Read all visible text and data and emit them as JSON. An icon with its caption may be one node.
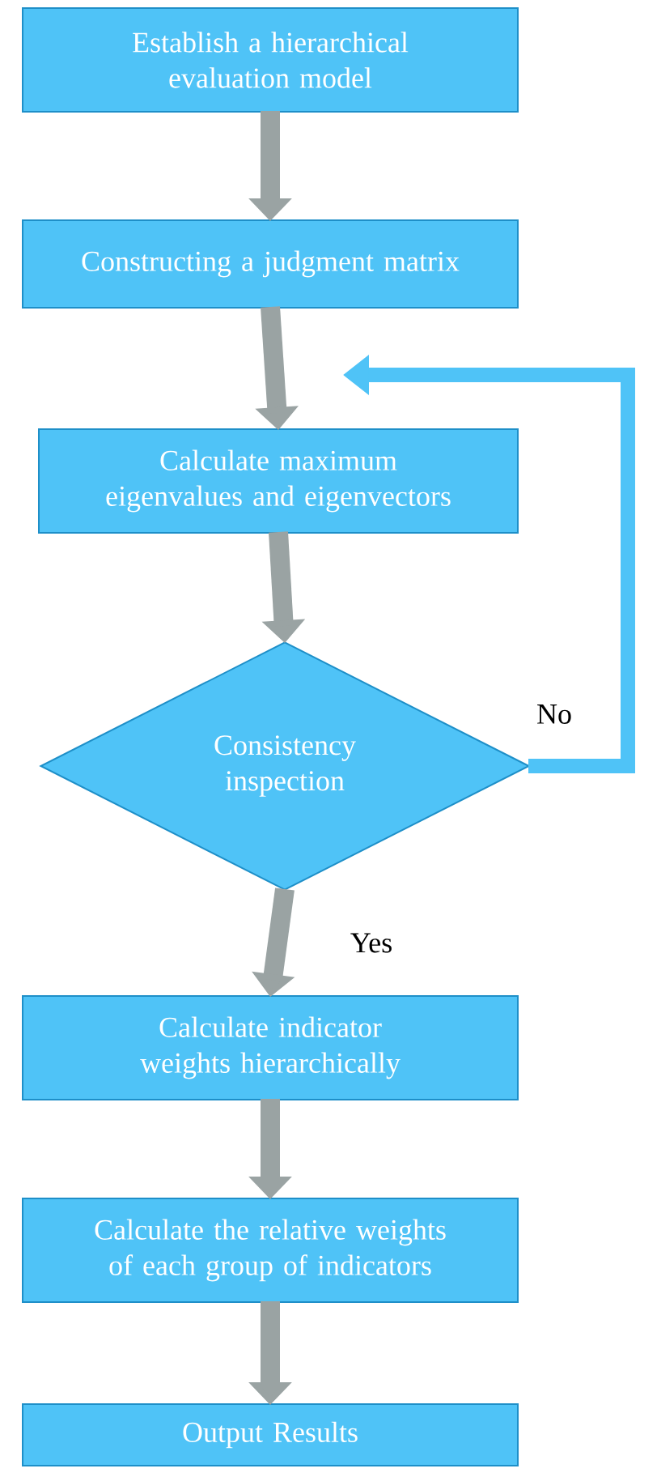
{
  "diagram": {
    "nodes": [
      {
        "text": [
          "Establish a hierarchical evaluation model"
        ]
      },
      {
        "text": [
          "Constructing a judgment matrix"
        ]
      },
      {
        "text": [
          "Calculate maximum eigenvalues and eigenvectors"
        ]
      },
      {
        "text": [
          "Consistency inspection"
        ]
      },
      {
        "text": [
          "Calculate indicator weights hierarchically"
        ]
      },
      {
        "text": [
          "Calculate the relative weights of each group of indicators"
        ]
      },
      {
        "text": [
          "Output Results"
        ]
      }
    ],
    "edges": [
      {
        "from": 0,
        "to": 1,
        "arrow": "to"
      },
      {
        "from": 1,
        "to": 2,
        "arrow": "to"
      },
      {
        "from": 2,
        "to": 3,
        "arrow": "to"
      },
      {
        "from": 3,
        "to": 4,
        "arrow": "to",
        "label": "Yes"
      },
      {
        "from": 4,
        "to": 5,
        "arrow": "to"
      },
      {
        "from": 5,
        "to": 6,
        "arrow": "to"
      },
      {
        "from": 3,
        "to": 2,
        "arrow": "to",
        "label": "No",
        "color": "#4fc3f7"
      }
    ]
  }
}
